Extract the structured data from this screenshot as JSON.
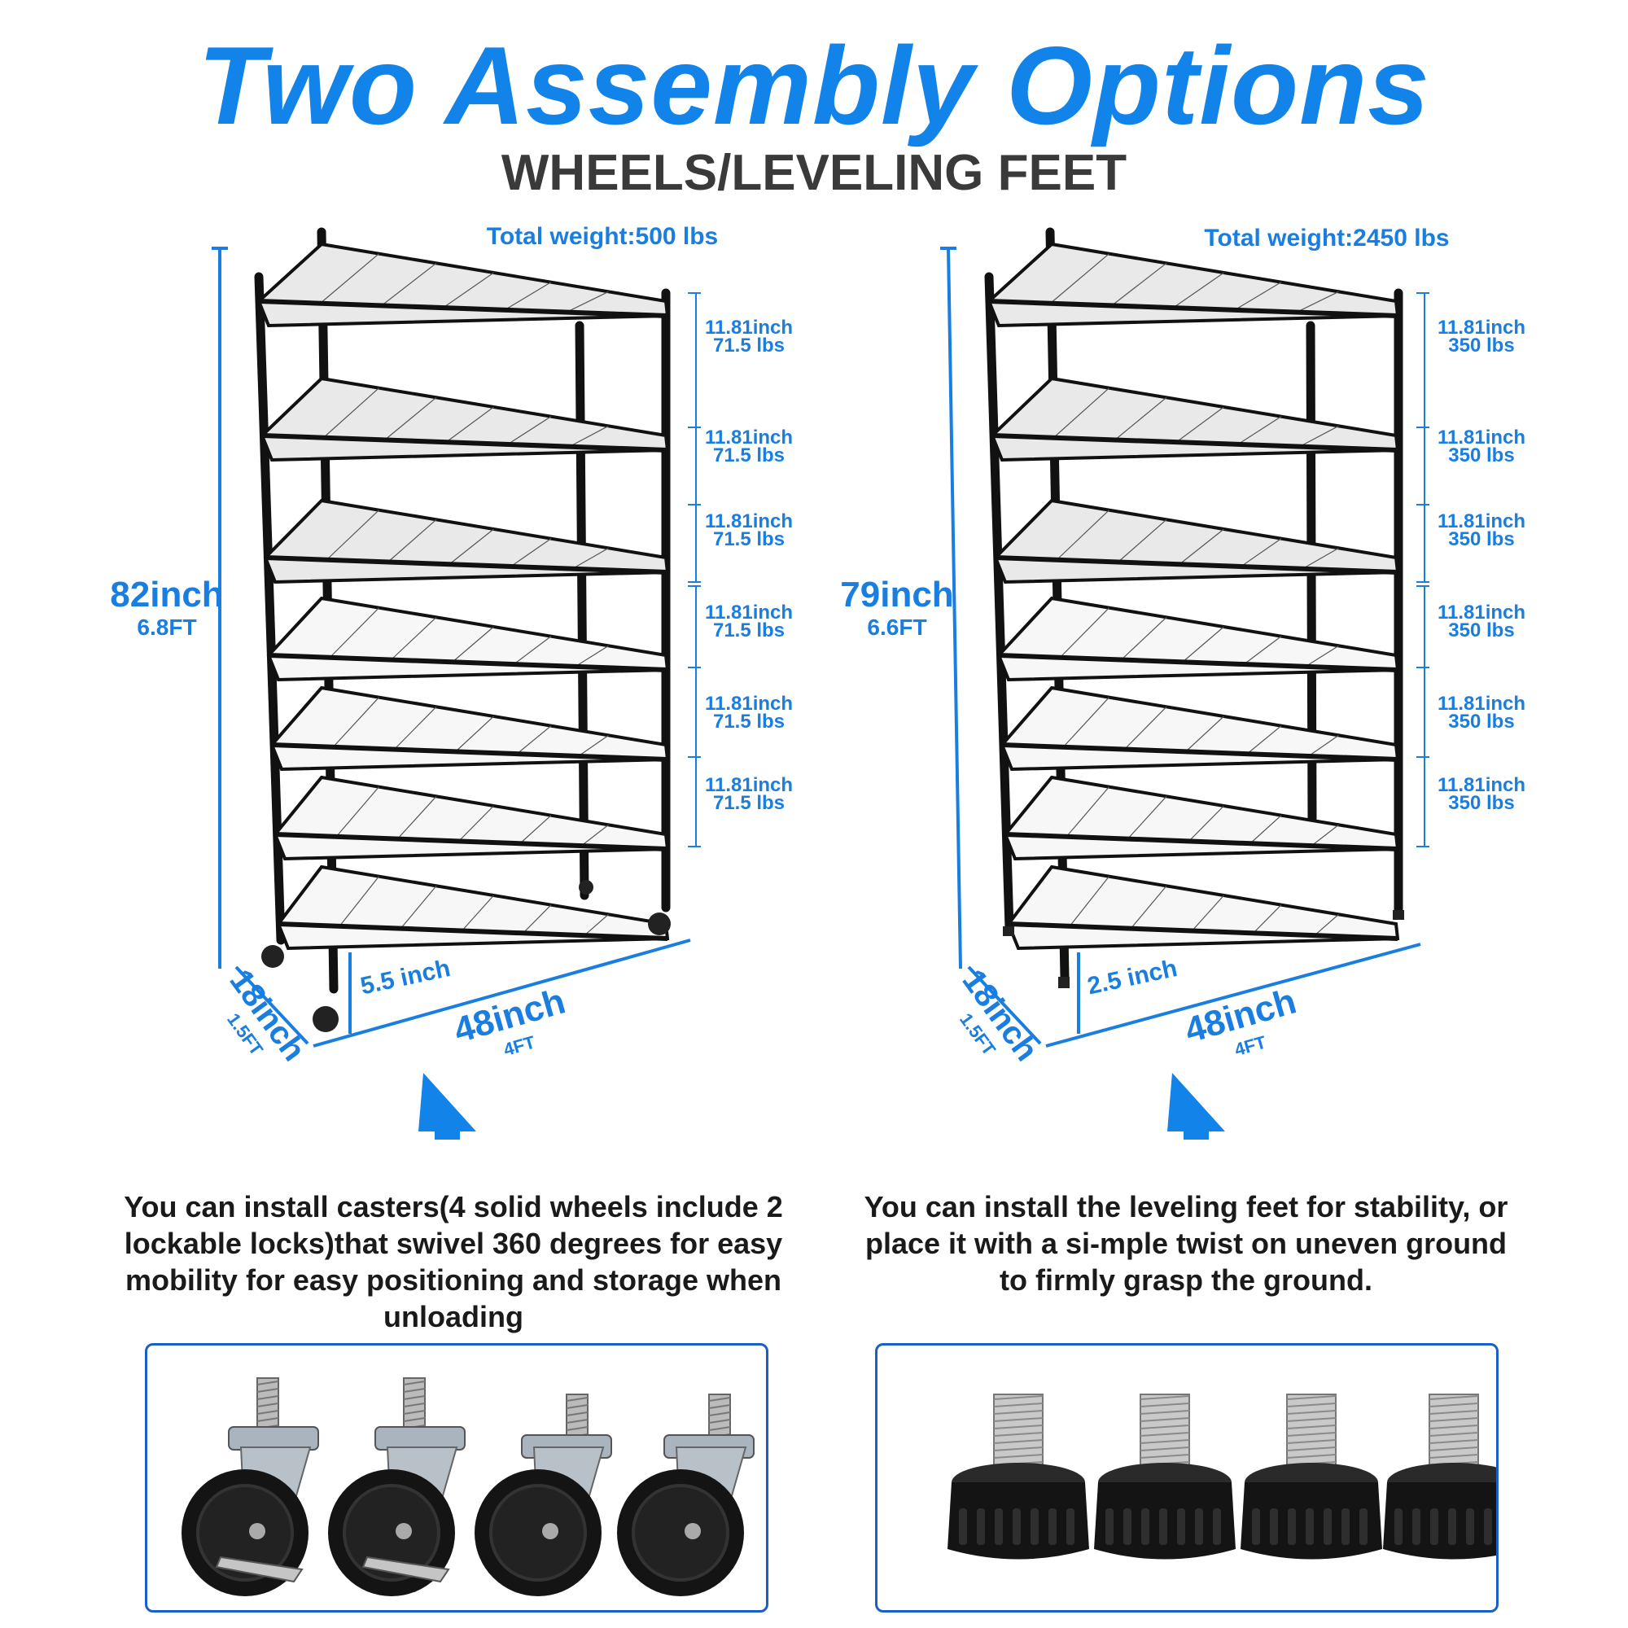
{
  "title": "Two Assembly Options",
  "subtitle": "WHEELS/LEVELING FEET",
  "colors": {
    "accent": "#1183e9",
    "text_dark": "#3a3a3a",
    "frame": "#1a5fc8"
  },
  "options": [
    {
      "total_weight": "Total weight:500 lbs",
      "height_main": "82inch",
      "height_sub": "6.8FT",
      "depth_main": "18inch",
      "depth_sub": "1.5FT",
      "width_main": "48inch",
      "width_sub": "4FT",
      "clearance": "5.5 inch",
      "tiers": [
        {
          "spacing": "11.81inch",
          "load": "71.5 lbs"
        },
        {
          "spacing": "11.81inch",
          "load": "71.5 lbs"
        },
        {
          "spacing": "11.81inch",
          "load": "71.5 lbs"
        },
        {
          "spacing": "11.81inch",
          "load": "71.5 lbs"
        },
        {
          "spacing": "11.81inch",
          "load": "71.5 lbs"
        },
        {
          "spacing": "11.81inch",
          "load": "71.5 lbs"
        }
      ],
      "description": "You can install casters(4 solid wheels include 2 lockable locks)that swivel 360 degrees for easy mobility for easy positioning and storage when unloading",
      "accessory_icon": "caster-wheel-icon"
    },
    {
      "total_weight": "Total weight:2450 lbs",
      "height_main": "79inch",
      "height_sub": "6.6FT",
      "depth_main": "18inch",
      "depth_sub": "1.5FT",
      "width_main": "48inch",
      "width_sub": "4FT",
      "clearance": "2.5 inch",
      "tiers": [
        {
          "spacing": "11.81inch",
          "load": "350 lbs"
        },
        {
          "spacing": "11.81inch",
          "load": "350 lbs"
        },
        {
          "spacing": "11.81inch",
          "load": "350 lbs"
        },
        {
          "spacing": "11.81inch",
          "load": "350 lbs"
        },
        {
          "spacing": "11.81inch",
          "load": "350 lbs"
        },
        {
          "spacing": "11.81inch",
          "load": "350 lbs"
        }
      ],
      "description": "You can install the leveling feet for stability, or place it with a si-mple twist on uneven ground to firmly grasp the ground.",
      "accessory_icon": "leveling-foot-icon"
    }
  ]
}
